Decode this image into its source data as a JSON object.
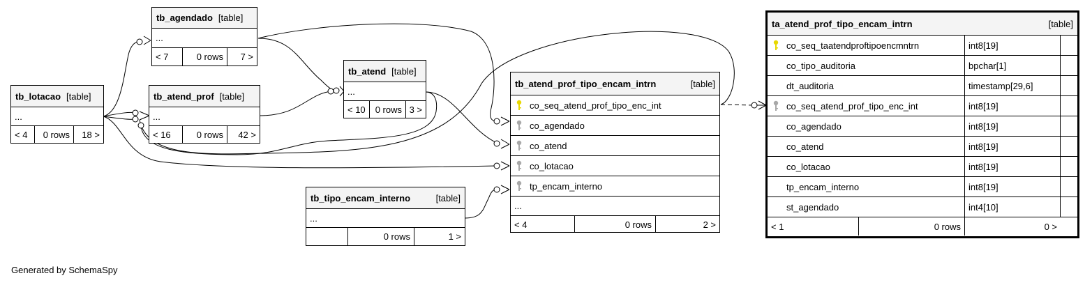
{
  "colors": {
    "pk_key": "#e8d800",
    "fk_key": "#a8a8a8",
    "header_bg": "#f4f4f4"
  },
  "tables": {
    "tb_agendado": {
      "name": "tb_agendado",
      "tag": "[table]",
      "ellipsis": "...",
      "footer": [
        "< 7",
        "0 rows",
        "7 >"
      ]
    },
    "tb_lotacao": {
      "name": "tb_lotacao",
      "tag": "[table]",
      "ellipsis": "...",
      "footer": [
        "< 4",
        "0 rows",
        "18 >"
      ]
    },
    "tb_atend_prof": {
      "name": "tb_atend_prof",
      "tag": "[table]",
      "ellipsis": "...",
      "footer": [
        "< 16",
        "0 rows",
        "42 >"
      ]
    },
    "tb_atend": {
      "name": "tb_atend",
      "tag": "[table]",
      "ellipsis": "...",
      "footer": [
        "< 10",
        "0 rows",
        "3 >"
      ]
    },
    "tb_tipo_encam_interno": {
      "name": "tb_tipo_encam_interno",
      "tag": "[table]",
      "ellipsis": "...",
      "footer": [
        "",
        "0 rows",
        "1 >"
      ]
    },
    "tb_atend_prof_tipo_encam_intrn": {
      "name": "tb_atend_prof_tipo_encam_intrn",
      "tag": "[table]",
      "columns": [
        {
          "name": "co_seq_atend_prof_tipo_enc_int",
          "key": "pk-key-icon"
        },
        {
          "name": "co_agendado",
          "key": "fk-key-icon"
        },
        {
          "name": "co_atend",
          "key": "fk-key-icon"
        },
        {
          "name": "co_lotacao",
          "key": "fk-key-icon"
        },
        {
          "name": "tp_encam_interno",
          "key": "fk-key-icon"
        }
      ],
      "ellipsis": "...",
      "footer": [
        "< 4",
        "0 rows",
        "2 >"
      ]
    },
    "ta_atend_prof_tipo_encam_intrn": {
      "name": "ta_atend_prof_tipo_encam_intrn",
      "tag": "[table]",
      "columns": [
        {
          "name": "co_seq_taatendproftipoencmntrn",
          "type": "int8[19]",
          "key": "pk-key-icon"
        },
        {
          "name": "co_tipo_auditoria",
          "type": "bpchar[1]",
          "key": ""
        },
        {
          "name": "dt_auditoria",
          "type": "timestamp[29,6]",
          "key": ""
        },
        {
          "name": "co_seq_atend_prof_tipo_enc_int",
          "type": "int8[19]",
          "key": "fk-key-icon"
        },
        {
          "name": "co_agendado",
          "type": "int8[19]",
          "key": ""
        },
        {
          "name": "co_atend",
          "type": "int8[19]",
          "key": ""
        },
        {
          "name": "co_lotacao",
          "type": "int8[19]",
          "key": ""
        },
        {
          "name": "tp_encam_interno",
          "type": "int8[19]",
          "key": ""
        },
        {
          "name": "st_agendado",
          "type": "int4[10]",
          "key": ""
        }
      ],
      "footer": [
        "< 1",
        "0 rows",
        "0 >"
      ]
    }
  },
  "generated_by": "Generated by SchemaSpy"
}
